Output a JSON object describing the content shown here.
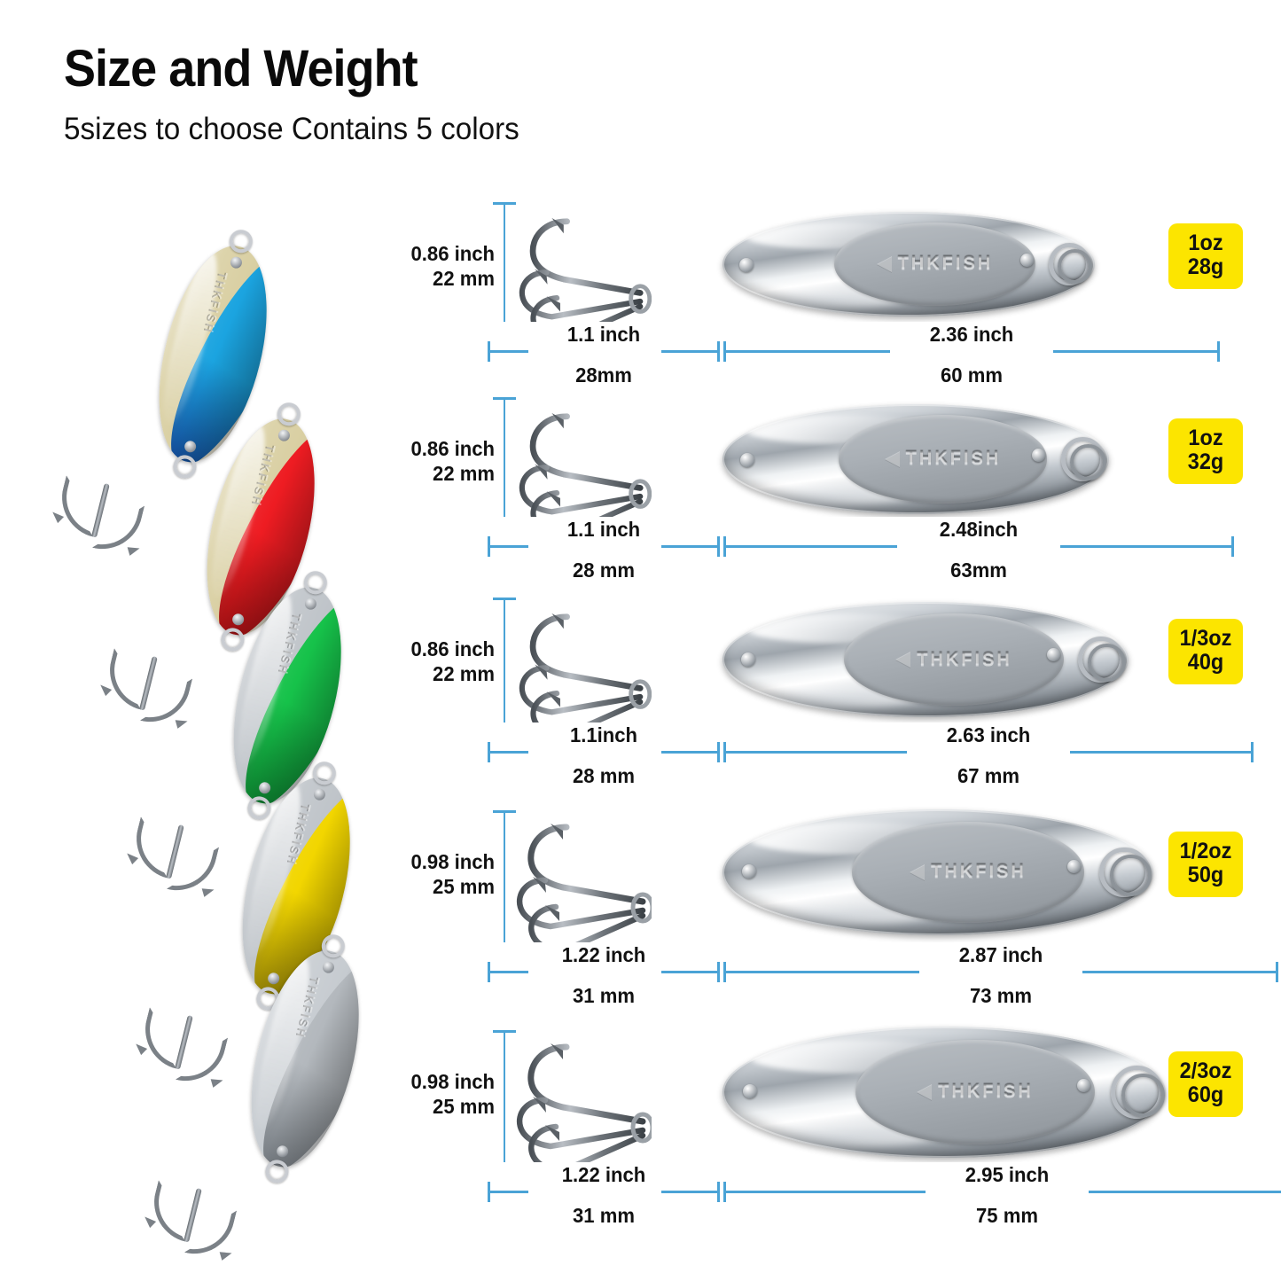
{
  "header": {
    "title": "Size and Weight",
    "subtitle": "5sizes to choose Contains 5 colors"
  },
  "brand": {
    "name": "THKFISH",
    "logo_icon": "fish-triangle-logo"
  },
  "colors": {
    "accent_dimension_line": "#4aa3d6",
    "badge_background": "#FCE500",
    "text": "#111111",
    "background": "#FFFFFF"
  },
  "left_lures": [
    {
      "name": "gold-blue-spoon",
      "base": "#d9cfa2",
      "stripe": "#1ba4e0",
      "stripe_dark": "#12418f",
      "logo": "THKFISH"
    },
    {
      "name": "gold-red-spoon",
      "base": "#d9cfa2",
      "stripe": "#ee1c22",
      "stripe_dark": "#9a1012",
      "logo": "THKFISH"
    },
    {
      "name": "silver-green-spoon",
      "base": "#bfc4c9",
      "stripe": "#16c24a",
      "stripe_dark": "#0c7a2d",
      "logo": "THKFISH"
    },
    {
      "name": "silver-yellow-spoon",
      "base": "#bfc4c9",
      "stripe": "#f2d600",
      "stripe_dark": "#8d7c06",
      "logo": "THKFISH"
    },
    {
      "name": "plain-silver-spoon",
      "base": "#c6cbd0",
      "stripe": "#b3b8bd",
      "stripe_dark": "#70767c",
      "logo": "THKFISH"
    }
  ],
  "rows": [
    {
      "id": "row-1oz-28g",
      "vertical": {
        "inch": "0.86 inch",
        "mm": "22 mm"
      },
      "hook": {
        "inch": "1.1 inch",
        "mm": "28mm"
      },
      "body": {
        "inch": "2.36 inch",
        "mm": "60 mm"
      },
      "badge": {
        "oz": "1oz",
        "g": "28g"
      }
    },
    {
      "id": "row-1oz-32g",
      "vertical": {
        "inch": "0.86 inch",
        "mm": "22 mm"
      },
      "hook": {
        "inch": "1.1 inch",
        "mm": "28 mm"
      },
      "body": {
        "inch": "2.48inch",
        "mm": "63mm"
      },
      "badge": {
        "oz": "1oz",
        "g": "32g"
      }
    },
    {
      "id": "row-1-3oz-40g",
      "vertical": {
        "inch": "0.86 inch",
        "mm": "22 mm"
      },
      "hook": {
        "inch": "1.1inch",
        "mm": "28 mm"
      },
      "body": {
        "inch": "2.63 inch",
        "mm": "67 mm"
      },
      "badge": {
        "oz": "1/3oz",
        "g": "40g"
      }
    },
    {
      "id": "row-1-2oz-50g",
      "vertical": {
        "inch": "0.98 inch",
        "mm": "25 mm"
      },
      "hook": {
        "inch": "1.22 inch",
        "mm": "31 mm"
      },
      "body": {
        "inch": "2.87 inch",
        "mm": "73 mm"
      },
      "badge": {
        "oz": "1/2oz",
        "g": "50g"
      }
    },
    {
      "id": "row-2-3oz-60g",
      "vertical": {
        "inch": "0.98 inch",
        "mm": "25 mm"
      },
      "hook": {
        "inch": "1.22 inch",
        "mm": "31 mm"
      },
      "body": {
        "inch": "2.95 inch",
        "mm": "75 mm"
      },
      "badge": {
        "oz": "2/3oz",
        "g": "60g"
      }
    }
  ]
}
